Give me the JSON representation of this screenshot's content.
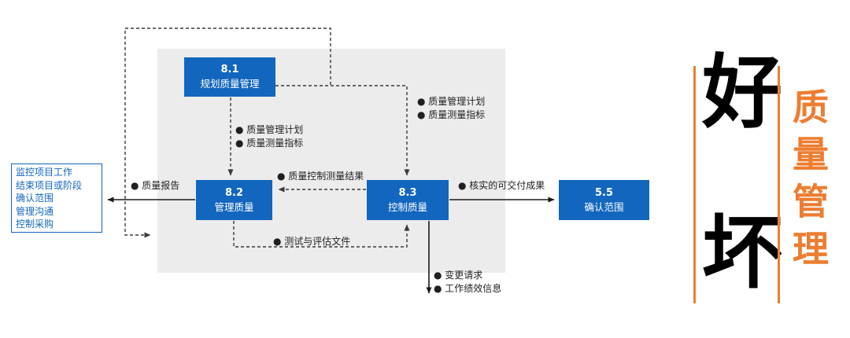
{
  "diagram": {
    "processes": {
      "plan": {
        "code": "8.1",
        "name": "规划质量管理"
      },
      "manage": {
        "code": "8.2",
        "name": "管理质量"
      },
      "control": {
        "code": "8.3",
        "name": "控制质量"
      },
      "validate": {
        "code": "5.5",
        "name": "确认范围"
      }
    },
    "external_processes": {
      "lines": [
        "监控项目工作",
        "结束项目或阶段",
        "确认范围",
        "管理沟通",
        "控制采购"
      ]
    },
    "flow_labels": {
      "plan_to_manage": [
        "● 质量管理计划",
        "● 质量测量指标"
      ],
      "plan_to_control": [
        "● 质量管理计划",
        "● 质量测量指标"
      ],
      "control_to_manage": "● 质量控制测量结果",
      "manage_to_external": "● 质量报告",
      "control_to_validate": "● 核实的可交付成果",
      "manage_to_control": "● 测试与评估文件",
      "control_outputs": [
        "● 变更请求",
        "● 工作绩效信息"
      ]
    }
  },
  "sidebar": {
    "good_char": "好",
    "bad_char": "坏",
    "vertical_title": "质量管理"
  },
  "colors": {
    "process_blue": "#1266BE",
    "panel_gray": "#ECECEC",
    "accent_orange": "#ED7D31",
    "arrow_dark": "#3A3A3A"
  }
}
